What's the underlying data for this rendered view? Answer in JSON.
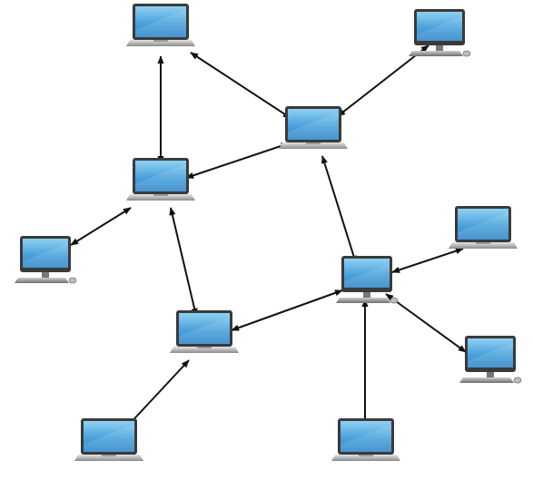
{
  "diagram": {
    "type": "network-topology",
    "colors": {
      "screen_top": "#8fd0f2",
      "screen_bottom": "#2f86c9",
      "bezel": "#3a3a3a",
      "body_light": "#d8d8d8",
      "body_dark": "#7c7c7c",
      "link": "#111111"
    },
    "nodes": [
      {
        "id": "laptop-top-left",
        "kind": "laptop",
        "icon": "laptop-icon"
      },
      {
        "id": "desktop-top-right",
        "kind": "desktop",
        "icon": "desktop-computer-icon"
      },
      {
        "id": "laptop-upper-center",
        "kind": "laptop",
        "icon": "laptop-icon"
      },
      {
        "id": "laptop-middle-left",
        "kind": "laptop",
        "icon": "laptop-icon"
      },
      {
        "id": "desktop-left",
        "kind": "desktop",
        "icon": "desktop-computer-icon"
      },
      {
        "id": "laptop-right",
        "kind": "laptop",
        "icon": "laptop-icon"
      },
      {
        "id": "desktop-center-right",
        "kind": "desktop",
        "icon": "desktop-computer-icon"
      },
      {
        "id": "laptop-lower-center",
        "kind": "laptop",
        "icon": "laptop-icon"
      },
      {
        "id": "desktop-lower-right",
        "kind": "desktop",
        "icon": "desktop-computer-icon"
      },
      {
        "id": "laptop-bottom-left",
        "kind": "laptop",
        "icon": "laptop-icon"
      },
      {
        "id": "laptop-bottom-center",
        "kind": "laptop",
        "icon": "laptop-icon"
      }
    ],
    "links": [
      {
        "from": "laptop-top-left",
        "to": "laptop-middle-left",
        "bidirectional": true
      },
      {
        "from": "laptop-top-left",
        "to": "laptop-upper-center",
        "bidirectional": true
      },
      {
        "from": "desktop-top-right",
        "to": "laptop-upper-center",
        "bidirectional": true
      },
      {
        "from": "laptop-upper-center",
        "to": "laptop-middle-left",
        "bidirectional": true
      },
      {
        "from": "laptop-upper-center",
        "to": "desktop-center-right",
        "bidirectional": true
      },
      {
        "from": "laptop-middle-left",
        "to": "desktop-left",
        "bidirectional": true
      },
      {
        "from": "laptop-middle-left",
        "to": "laptop-lower-center",
        "bidirectional": true
      },
      {
        "from": "desktop-center-right",
        "to": "laptop-right",
        "bidirectional": true
      },
      {
        "from": "desktop-center-right",
        "to": "laptop-lower-center",
        "bidirectional": true
      },
      {
        "from": "desktop-center-right",
        "to": "desktop-lower-right",
        "bidirectional": true
      },
      {
        "from": "desktop-center-right",
        "to": "laptop-bottom-center",
        "bidirectional": true
      },
      {
        "from": "laptop-lower-center",
        "to": "laptop-bottom-left",
        "bidirectional": true
      }
    ]
  }
}
